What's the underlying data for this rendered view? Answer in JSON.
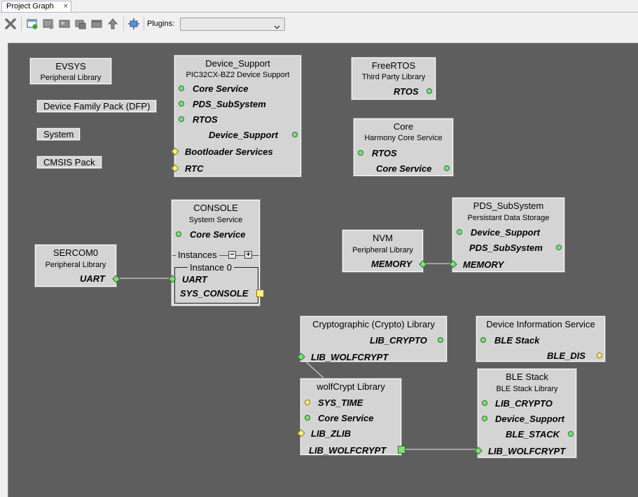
{
  "tab": {
    "title": "Project Graph",
    "close": "×"
  },
  "toolbar": {
    "icons": [
      "close-icon",
      "add-component-icon",
      "remove-component-icon",
      "group-icon",
      "ungroup-icon",
      "export-icon",
      "move-up-icon",
      "fit-view-icon"
    ],
    "plugins_label": "Plugins:",
    "plugins_value": ""
  },
  "pills": {
    "dfp": "Device Family Pack (DFP)",
    "system": "System",
    "cmsis": "CMSIS Pack"
  },
  "nodes": {
    "evsys": {
      "title": "EVSYS",
      "subtitle": "Peripheral Library"
    },
    "device_support": {
      "title": "Device_Support",
      "subtitle": "PIC32CX-BZ2 Device Support",
      "ports": [
        "Core Service",
        "PDS_SubSystem",
        "RTOS",
        "Device_Support",
        "Bootloader Services",
        "RTC"
      ]
    },
    "freertos": {
      "title": "FreeRTOS",
      "subtitle": "Third Party Library",
      "ports": [
        "RTOS"
      ]
    },
    "core": {
      "title": "Core",
      "subtitle": "Harmony Core Service",
      "ports": [
        "RTOS",
        "Core Service"
      ]
    },
    "console": {
      "title": "CONSOLE",
      "subtitle": "System Service",
      "ports": [
        "Core Service",
        "UART",
        "SYS_CONSOLE"
      ],
      "instances_label": "Instances",
      "instance0_label": "Instance 0",
      "minus": "−",
      "plus": "+"
    },
    "sercom0": {
      "title": "SERCOM0",
      "subtitle": "Peripheral Library",
      "ports": [
        "UART"
      ]
    },
    "nvm": {
      "title": "NVM",
      "subtitle": "Peripheral Library",
      "ports": [
        "MEMORY"
      ]
    },
    "pds": {
      "title": "PDS_SubSystem",
      "subtitle": "Persistant Data Storage",
      "ports": [
        "Device_Support",
        "PDS_SubSystem",
        "MEMORY"
      ]
    },
    "crypto": {
      "title": "Cryptographic (Crypto) Library",
      "ports": [
        "LIB_CRYPTO",
        "LIB_WOLFCRYPT"
      ]
    },
    "dis": {
      "title": "Device Information Service",
      "ports": [
        "BLE Stack",
        "BLE_DIS"
      ]
    },
    "wolfcrypt": {
      "title": "wolfCrypt Library",
      "ports": [
        "SYS_TIME",
        "Core Service",
        "LIB_ZLIB",
        "LIB_WOLFCRYPT"
      ]
    },
    "ble": {
      "title": "BLE Stack",
      "subtitle": "BLE Stack Library",
      "ports": [
        "LIB_CRYPTO",
        "Device_Support",
        "BLE_STACK",
        "LIB_WOLFCRYPT"
      ]
    }
  },
  "colors": {
    "canvas": "#5e5e5e",
    "node": "#d4d4d4",
    "connector_green": "#7de07d",
    "connector_yellow": "#f6ef8a"
  }
}
